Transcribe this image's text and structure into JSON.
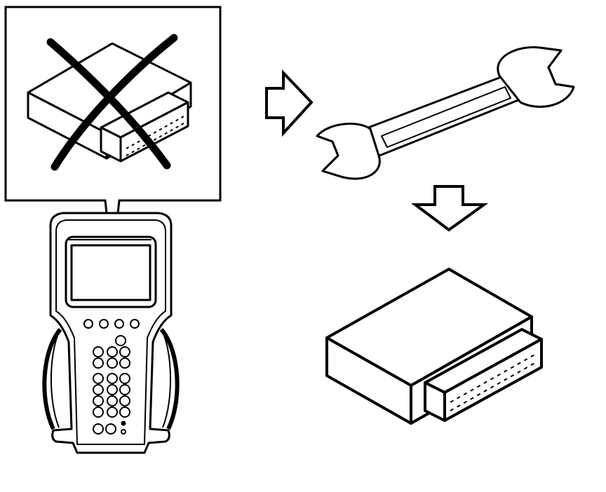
{
  "diagram": {
    "panels": [
      {
        "id": "not-this-module",
        "icon": "module-crossed-out-icon",
        "status": "rejected"
      },
      {
        "id": "scan-tool",
        "icon": "handheld-scan-tool-icon"
      },
      {
        "id": "step-arrow-right",
        "icon": "right-arrow-icon"
      },
      {
        "id": "wrench",
        "icon": "open-end-wrench-icon"
      },
      {
        "id": "step-arrow-down",
        "icon": "down-arrow-icon"
      },
      {
        "id": "replacement-module",
        "icon": "control-module-icon"
      }
    ],
    "colors": {
      "ink": "#000000",
      "paper": "#ffffff"
    }
  }
}
